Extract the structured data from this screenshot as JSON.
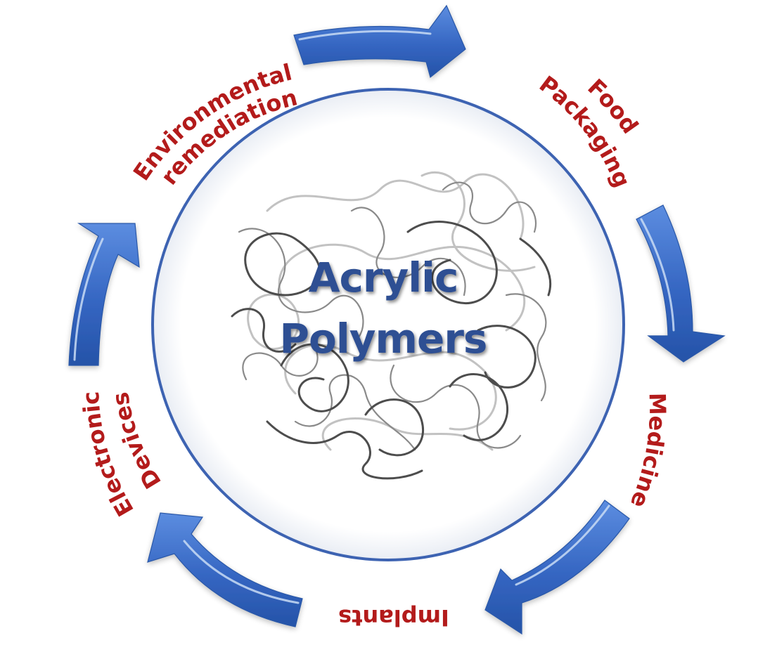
{
  "center": {
    "line1": "Acrylic",
    "line2": "Polymers"
  },
  "labels": {
    "environmental_line1": "Environmental",
    "environmental_line2": "remediation",
    "food_line1": "Food",
    "food_line2": "Packaging",
    "medicine": "Medicine",
    "implants": "Implants",
    "electronic_line1": "Electronic",
    "electronic_line2": "Devices"
  },
  "colors": {
    "label_red": "#b31b1b",
    "arrow_blue": "#3a6cc6",
    "circle_blue": "#3d63b2",
    "title_blue": "#2f4f93"
  }
}
